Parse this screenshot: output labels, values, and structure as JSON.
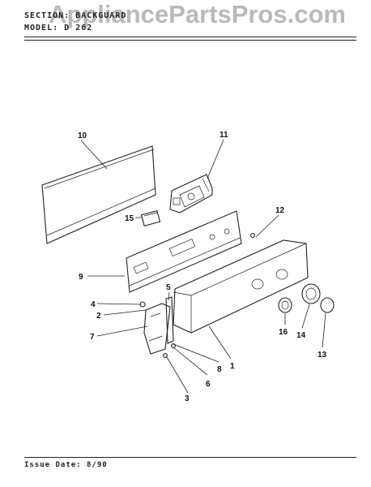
{
  "header": {
    "section": "SECTION: BACKGUARD",
    "model": "MODEL: D 262"
  },
  "watermark": "AppliancePartsPros.com",
  "footer": {
    "issue_date": "Issue Date: 8/90"
  },
  "callouts": [
    "10",
    "11",
    "12",
    "15",
    "9",
    "5",
    "4",
    "2",
    "7",
    "16",
    "14",
    "13",
    "1",
    "8",
    "6",
    "3"
  ]
}
